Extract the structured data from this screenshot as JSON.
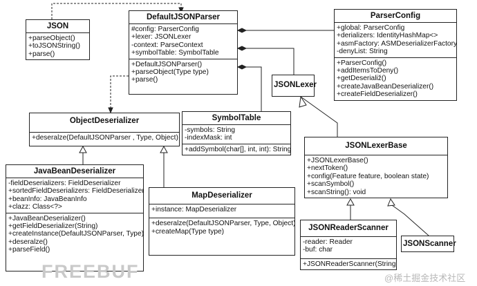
{
  "classes": {
    "json": {
      "name": "JSON",
      "methods": [
        "+parseObject()",
        "+toJSONString()",
        "+parse()"
      ]
    },
    "default_json_parser": {
      "name": "DefaultJSONParser",
      "fields": [
        "#config: ParserConfig",
        "+lexer: JSONLexer",
        "-context: ParseContext",
        "+symbolTable: SymbolTable"
      ],
      "methods": [
        "+DefaultJSONParser()",
        "+parseObject(Type type)",
        "+parse()"
      ]
    },
    "parser_config": {
      "name": "ParserConfig",
      "fields": [
        "+global: ParserConfig",
        "+derializers: IdentityHashMap<>",
        "+asmFactory: ASMDeserializerFactory",
        "-denyList: String"
      ],
      "methods": [
        "+ParserConfig()",
        "+addItemsToDeny()",
        "+getDeserialiž()",
        "+createJavaBeanDeserializer()",
        "+createFieldDeserializer()"
      ]
    },
    "json_lexer": {
      "name": "JSONLexer"
    },
    "symbol_table": {
      "name": "SymbolTable",
      "fields": [
        "-symbols: String",
        "-indexMask: int"
      ],
      "methods": [
        "+addSymbol(char[], int, int): String"
      ]
    },
    "object_deserializer": {
      "name": "ObjectDeserializer",
      "methods": [
        "+deseralze(DefaultJSONParser , Type, Object)"
      ]
    },
    "json_lexer_base": {
      "name": "JSONLexerBase",
      "methods": [
        "+JSONLexerBase()",
        "+nextToken()",
        "+config(Feature feature, boolean state)",
        "+scanSymbol()",
        "+scanString(): void"
      ]
    },
    "java_bean_deserializer": {
      "name": "JavaBeanDeserializer",
      "fields": [
        "-fieldDeserializers: FieldDeserializer",
        "+sortedFieldDeserializers: FieldDeserializer",
        "+beanInfo: JavaBeanInfo",
        "+clazz: Class<?>"
      ],
      "methods": [
        "+JavaBeanDeserializer()",
        "+getFieldDeserializer(String)",
        "+createInstance(DefaultJSONParser, Type)",
        "+deseralze()",
        "+parseField()"
      ]
    },
    "map_deserializer": {
      "name": "MapDeserializer",
      "fields": [
        "+instance: MapDeserializer"
      ],
      "methods": [
        "+deseralze(DefaultJSONParser, Type, Object)",
        "+createMap(Type type)"
      ]
    },
    "json_reader_scanner": {
      "name": "JSONReaderScanner",
      "fields": [
        "-reader: Reader",
        "-buf: char"
      ],
      "methods": [
        "+JSONReaderScanner(String)"
      ]
    },
    "json_scanner": {
      "name": "JSONScanner"
    }
  },
  "watermarks": {
    "left": "FREEBUF",
    "right": "@稀土掘金技术社区"
  },
  "colors": {
    "line": "#222222",
    "box_border": "#222222",
    "background": "#ffffff",
    "watermark": "#c9c9c9"
  }
}
